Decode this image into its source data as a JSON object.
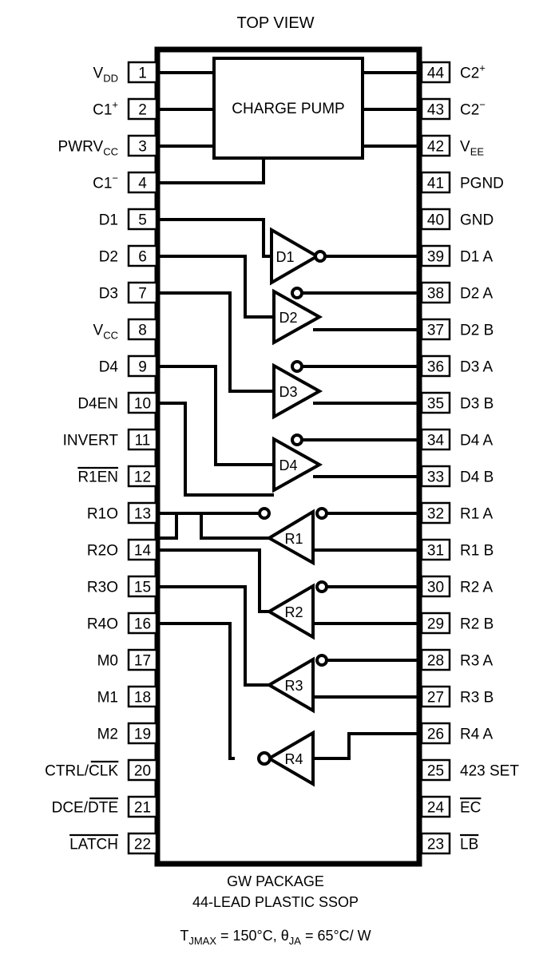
{
  "title": "TOP VIEW",
  "block": {
    "label": "CHARGE PUMP"
  },
  "caption": {
    "line1": "GW PACKAGE",
    "line2": "44-LEAD PLASTIC SSOP",
    "line3_pre": "T",
    "line3_sub1": "JMAX",
    "line3_mid": " = 150°C, ",
    "line3_theta": "θ",
    "line3_sub2": "JA",
    "line3_post": " = 65°C/ W"
  },
  "gates": [
    {
      "name": "D1"
    },
    {
      "name": "D2"
    },
    {
      "name": "D3"
    },
    {
      "name": "D4"
    },
    {
      "name": "R1"
    },
    {
      "name": "R2"
    },
    {
      "name": "R3"
    },
    {
      "name": "R4"
    }
  ],
  "left_pins": [
    {
      "num": "1",
      "label": "V",
      "sub": "DD",
      "sup": "",
      "bar": false
    },
    {
      "num": "2",
      "label": "C1",
      "sub": "",
      "sup": "+",
      "bar": false
    },
    {
      "num": "3",
      "label": "PWRV",
      "sub": "CC",
      "sup": "",
      "bar": false
    },
    {
      "num": "4",
      "label": "C1",
      "sub": "",
      "sup": "−",
      "bar": false
    },
    {
      "num": "5",
      "label": "D1",
      "sub": "",
      "sup": "",
      "bar": false
    },
    {
      "num": "6",
      "label": "D2",
      "sub": "",
      "sup": "",
      "bar": false
    },
    {
      "num": "7",
      "label": "D3",
      "sub": "",
      "sup": "",
      "bar": false
    },
    {
      "num": "8",
      "label": "V",
      "sub": "CC",
      "sup": "",
      "bar": false
    },
    {
      "num": "9",
      "label": "D4",
      "sub": "",
      "sup": "",
      "bar": false
    },
    {
      "num": "10",
      "label": "D4EN",
      "sub": "",
      "sup": "",
      "bar": false
    },
    {
      "num": "11",
      "label": "INVERT",
      "sub": "",
      "sup": "",
      "bar": false
    },
    {
      "num": "12",
      "label": "R1EN",
      "sub": "",
      "sup": "",
      "bar": "full"
    },
    {
      "num": "13",
      "label": "R1O",
      "sub": "",
      "sup": "",
      "bar": false
    },
    {
      "num": "14",
      "label": "R2O",
      "sub": "",
      "sup": "",
      "bar": false
    },
    {
      "num": "15",
      "label": "R3O",
      "sub": "",
      "sup": "",
      "bar": false
    },
    {
      "num": "16",
      "label": "R4O",
      "sub": "",
      "sup": "",
      "bar": false
    },
    {
      "num": "17",
      "label": "M0",
      "sub": "",
      "sup": "",
      "bar": false
    },
    {
      "num": "18",
      "label": "M1",
      "sub": "",
      "sup": "",
      "bar": false
    },
    {
      "num": "19",
      "label": "M2",
      "sub": "",
      "sup": "",
      "bar": false
    },
    {
      "num": "20",
      "label": "CTRL/CLK",
      "sub": "",
      "sup": "",
      "bar": "tail3"
    },
    {
      "num": "21",
      "label": "DCE/DTE",
      "sub": "",
      "sup": "",
      "bar": "tail3"
    },
    {
      "num": "22",
      "label": "LATCH",
      "sub": "",
      "sup": "",
      "bar": "full"
    }
  ],
  "right_pins": [
    {
      "num": "44",
      "label": "C2",
      "sub": "",
      "sup": "+",
      "bar": false
    },
    {
      "num": "43",
      "label": "C2",
      "sub": "",
      "sup": "−",
      "bar": false
    },
    {
      "num": "42",
      "label": "V",
      "sub": "EE",
      "sup": "",
      "bar": false
    },
    {
      "num": "41",
      "label": "PGND",
      "sub": "",
      "sup": "",
      "bar": false
    },
    {
      "num": "40",
      "label": "GND",
      "sub": "",
      "sup": "",
      "bar": false
    },
    {
      "num": "39",
      "label": "D1 A",
      "sub": "",
      "sup": "",
      "bar": false
    },
    {
      "num": "38",
      "label": "D2 A",
      "sub": "",
      "sup": "",
      "bar": false
    },
    {
      "num": "37",
      "label": "D2 B",
      "sub": "",
      "sup": "",
      "bar": false
    },
    {
      "num": "36",
      "label": "D3 A",
      "sub": "",
      "sup": "",
      "bar": false
    },
    {
      "num": "35",
      "label": "D3 B",
      "sub": "",
      "sup": "",
      "bar": false
    },
    {
      "num": "34",
      "label": "D4 A",
      "sub": "",
      "sup": "",
      "bar": false
    },
    {
      "num": "33",
      "label": "D4 B",
      "sub": "",
      "sup": "",
      "bar": false
    },
    {
      "num": "32",
      "label": "R1 A",
      "sub": "",
      "sup": "",
      "bar": false
    },
    {
      "num": "31",
      "label": "R1 B",
      "sub": "",
      "sup": "",
      "bar": false
    },
    {
      "num": "30",
      "label": "R2 A",
      "sub": "",
      "sup": "",
      "bar": false
    },
    {
      "num": "29",
      "label": "R2 B",
      "sub": "",
      "sup": "",
      "bar": false
    },
    {
      "num": "28",
      "label": "R3 A",
      "sub": "",
      "sup": "",
      "bar": false
    },
    {
      "num": "27",
      "label": "R3 B",
      "sub": "",
      "sup": "",
      "bar": false
    },
    {
      "num": "26",
      "label": "R4 A",
      "sub": "",
      "sup": "",
      "bar": false
    },
    {
      "num": "25",
      "label": "423 SET",
      "sub": "",
      "sup": "",
      "bar": false
    },
    {
      "num": "24",
      "label": "EC",
      "sub": "",
      "sup": "",
      "bar": "full"
    },
    {
      "num": "23",
      "label": "LB",
      "sub": "",
      "sup": "",
      "bar": "full"
    }
  ]
}
